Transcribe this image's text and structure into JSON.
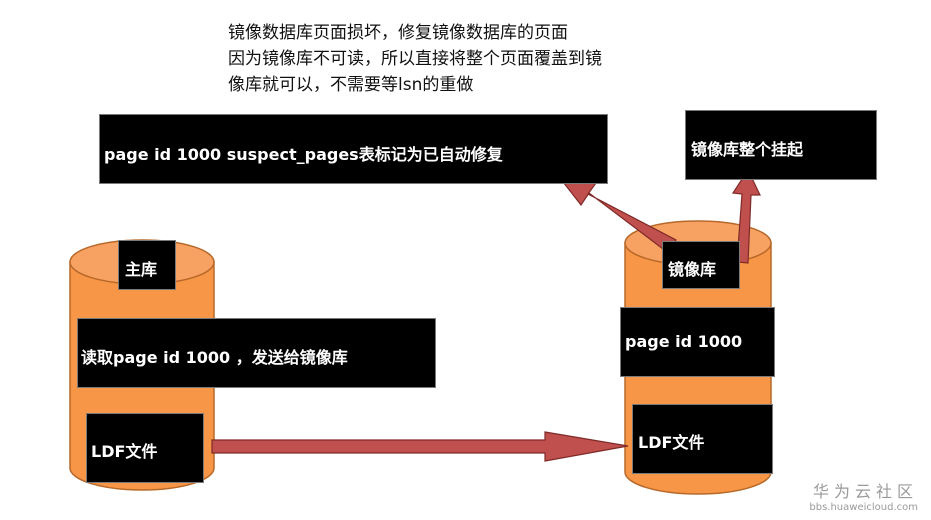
{
  "caption": {
    "line1": "镜像数据库页面损坏，修复镜像数据库的页面",
    "line2": "因为镜像库不可读，所以直接将整个页面覆盖到镜",
    "line3": "像库就可以，不需要等lsn的重做"
  },
  "boxes": {
    "suspect_pages": "page id 1000 suspect_pages表标记为已自动修复",
    "mirror_suspend": "镜像库整个挂起",
    "principal": "主库",
    "read_send": "读取page id 1000 ，发送给镜像库",
    "principal_ldf": "LDF文件",
    "mirror": "镜像库",
    "mirror_page": "page id 1000",
    "mirror_ldf": "LDF文件"
  },
  "watermark": {
    "title": "华为云社区",
    "url": "bbs.huaweicloud.com"
  },
  "colors": {
    "cylinder_fill": "#f79646",
    "cylinder_stroke": "#b8692a",
    "arrow_fill": "#c0504d",
    "arrow_stroke": "#7f2a28",
    "box_fill": "#000000",
    "box_text": "#ffffff"
  }
}
